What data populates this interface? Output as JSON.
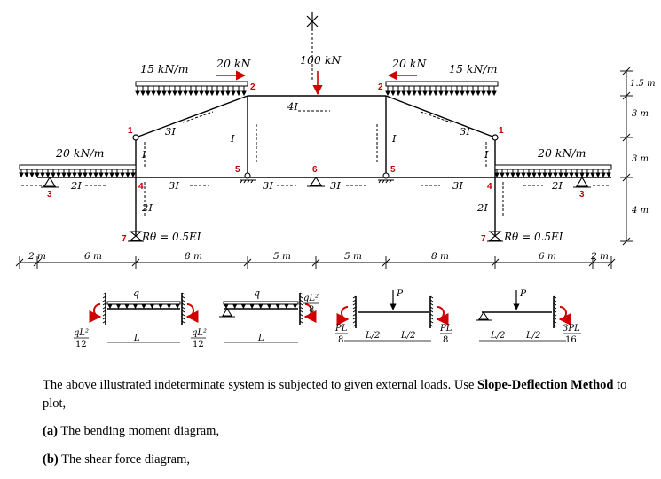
{
  "loads": {
    "dist_upper_left": "15 kN/m",
    "dist_upper_right": "15 kN/m",
    "dist_lower_left": "20 kN/m",
    "dist_lower_right": "20 kN/m",
    "point_left": "20 kN",
    "point_right": "20 kN",
    "point_center": "100 kN"
  },
  "members": {
    "inclined_left": "3I",
    "inclined_right": "3I",
    "top_beam": "4I",
    "col_short_left": "I",
    "col_short_right": "I",
    "col_mid_left": "I",
    "col_mid_right": "I",
    "beam_low_left": "3I",
    "beam_low_right": "3I",
    "beam_center_left": "3I",
    "beam_center_right": "3I",
    "overhang_left": "2I",
    "overhang_right": "2I",
    "col_bottom_left": "2I",
    "col_bottom_right": "2I"
  },
  "nodes": [
    "1",
    "2",
    "3",
    "4",
    "5",
    "6",
    "7"
  ],
  "spring": {
    "left": "Rθ = 0.5EI",
    "right": "Rθ = 0.5EI"
  },
  "dims_h": [
    "2 m",
    "6 m",
    "8 m",
    "5 m",
    "5 m",
    "8 m",
    "6 m",
    "2 m"
  ],
  "dims_v": [
    "1.5 m",
    "3 m",
    "3 m",
    "4 m"
  ],
  "fem": {
    "f1_load": "q",
    "f1_left_num": "qL²",
    "f1_left_den": "12",
    "f1_right_num": "qL²",
    "f1_right_den": "12",
    "f1_span": "L",
    "f2_load": "q",
    "f2_num": "qL²",
    "f2_den": "8",
    "f2_span": "L",
    "f3_load": "P",
    "f3_left_num": "PL",
    "f3_left_den": "8",
    "f3_right_num": "PL",
    "f3_right_den": "8",
    "f3_half1": "L/2",
    "f3_half2": "L/2",
    "f4_load": "P",
    "f4_num": "3PL",
    "f4_den": "16",
    "f4_half1": "L/2",
    "f4_half2": "L/2"
  },
  "problem": {
    "intro_a": "The above illustrated indeterminate system is subjected to given external loads. Use ",
    "intro_bold": "Slope-Deflection Method",
    "intro_b": " to plot,",
    "item_a_bold": "(a)",
    "item_a_text": " The bending moment diagram,",
    "item_b_bold": "(b)",
    "item_b_text": " The shear force diagram,"
  }
}
